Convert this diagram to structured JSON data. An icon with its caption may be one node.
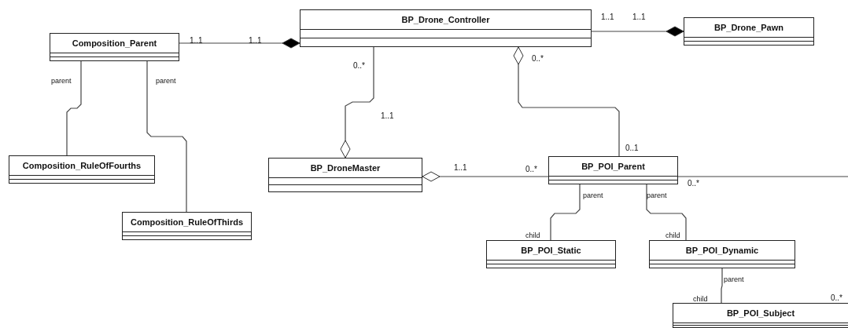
{
  "diagram": {
    "nodes": [
      {
        "text": [
          "Composition_Parent"
        ]
      },
      {
        "text": [
          "BP_Drone_Controller"
        ]
      },
      {
        "text": [
          "BP_Drone_Pawn"
        ]
      },
      {
        "text": [
          "Composition_RuleOfFourths"
        ]
      },
      {
        "text": [
          "BP_DroneMaster"
        ]
      },
      {
        "text": [
          "BP_POI_Parent"
        ]
      },
      {
        "text": [
          "Composition_RuleOfThirds"
        ]
      },
      {
        "text": [
          "BP_POI_Static"
        ]
      },
      {
        "text": [
          "BP_POI_Dynamic"
        ]
      },
      {
        "text": [
          "BP_POI_Subject"
        ]
      }
    ],
    "edges": [
      {
        "from": 1,
        "to": 0,
        "arrow": "other"
      },
      {
        "from": 2,
        "to": 1,
        "arrow": "other"
      },
      {
        "from": 4,
        "to": 1,
        "arrow": "other"
      },
      {
        "from": 1,
        "to": 5,
        "arrow": "other"
      },
      {
        "from": 4,
        "to": 5,
        "arrow": "other"
      },
      {
        "from": 5,
        "to": null,
        "arrow": "none"
      },
      {
        "from": 3,
        "to": 0,
        "arrow": "none"
      },
      {
        "from": 6,
        "to": 0,
        "arrow": "none"
      },
      {
        "from": 7,
        "to": 5,
        "arrow": "none"
      },
      {
        "from": 8,
        "to": 5,
        "arrow": "none"
      },
      {
        "from": 9,
        "to": 8,
        "arrow": "none"
      }
    ],
    "labels": [
      "1..1",
      "1..1",
      "1..1",
      "1..1",
      "0..*",
      "0..*",
      "parent",
      "parent",
      "1..1",
      "0..1",
      "1..1",
      "0..*",
      "0..*",
      "parent",
      "parent",
      "child",
      "child",
      "parent",
      "child",
      "0..*"
    ]
  }
}
